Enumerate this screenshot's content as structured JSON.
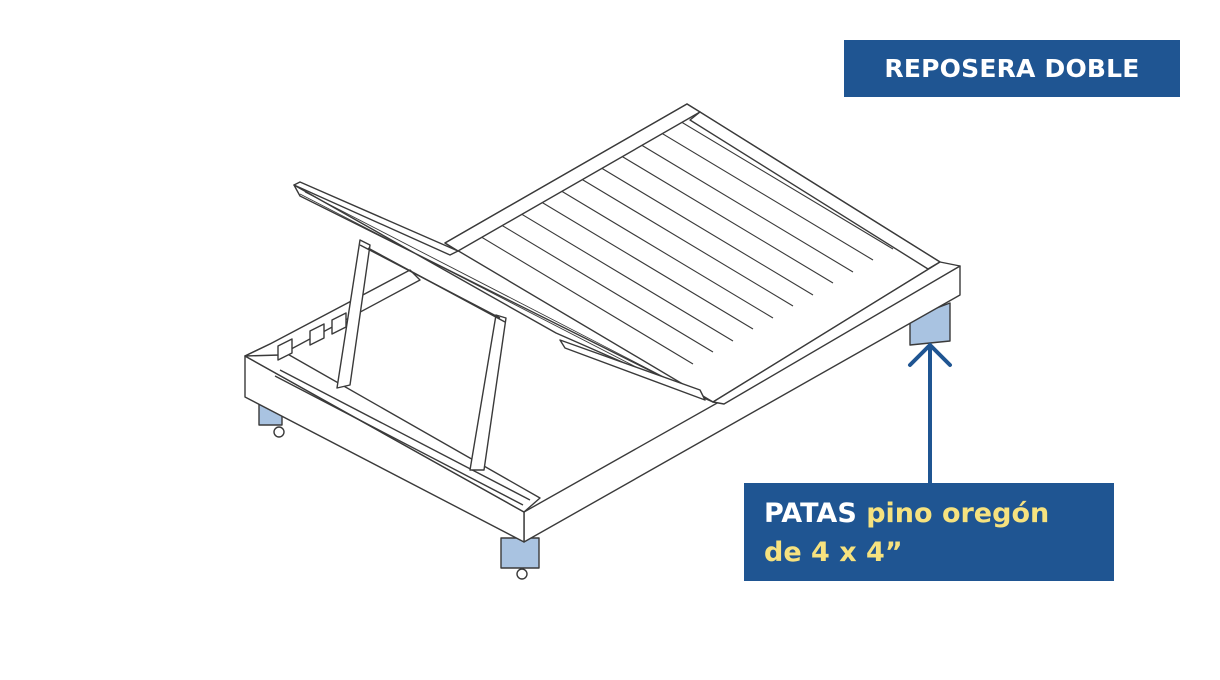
{
  "title": "REPOSERA DOBLE",
  "callout": {
    "label_white": "PATAS",
    "label_yellow": "pino oregón",
    "label_line2": "de 4 x 4”"
  },
  "colors": {
    "brand_blue": "#1f5592",
    "highlight_yellow": "#f6e27f",
    "leg_blue": "#a9c3e1",
    "line_gray": "#3a3a3a"
  },
  "icons": [
    "arrow-up-icon"
  ]
}
